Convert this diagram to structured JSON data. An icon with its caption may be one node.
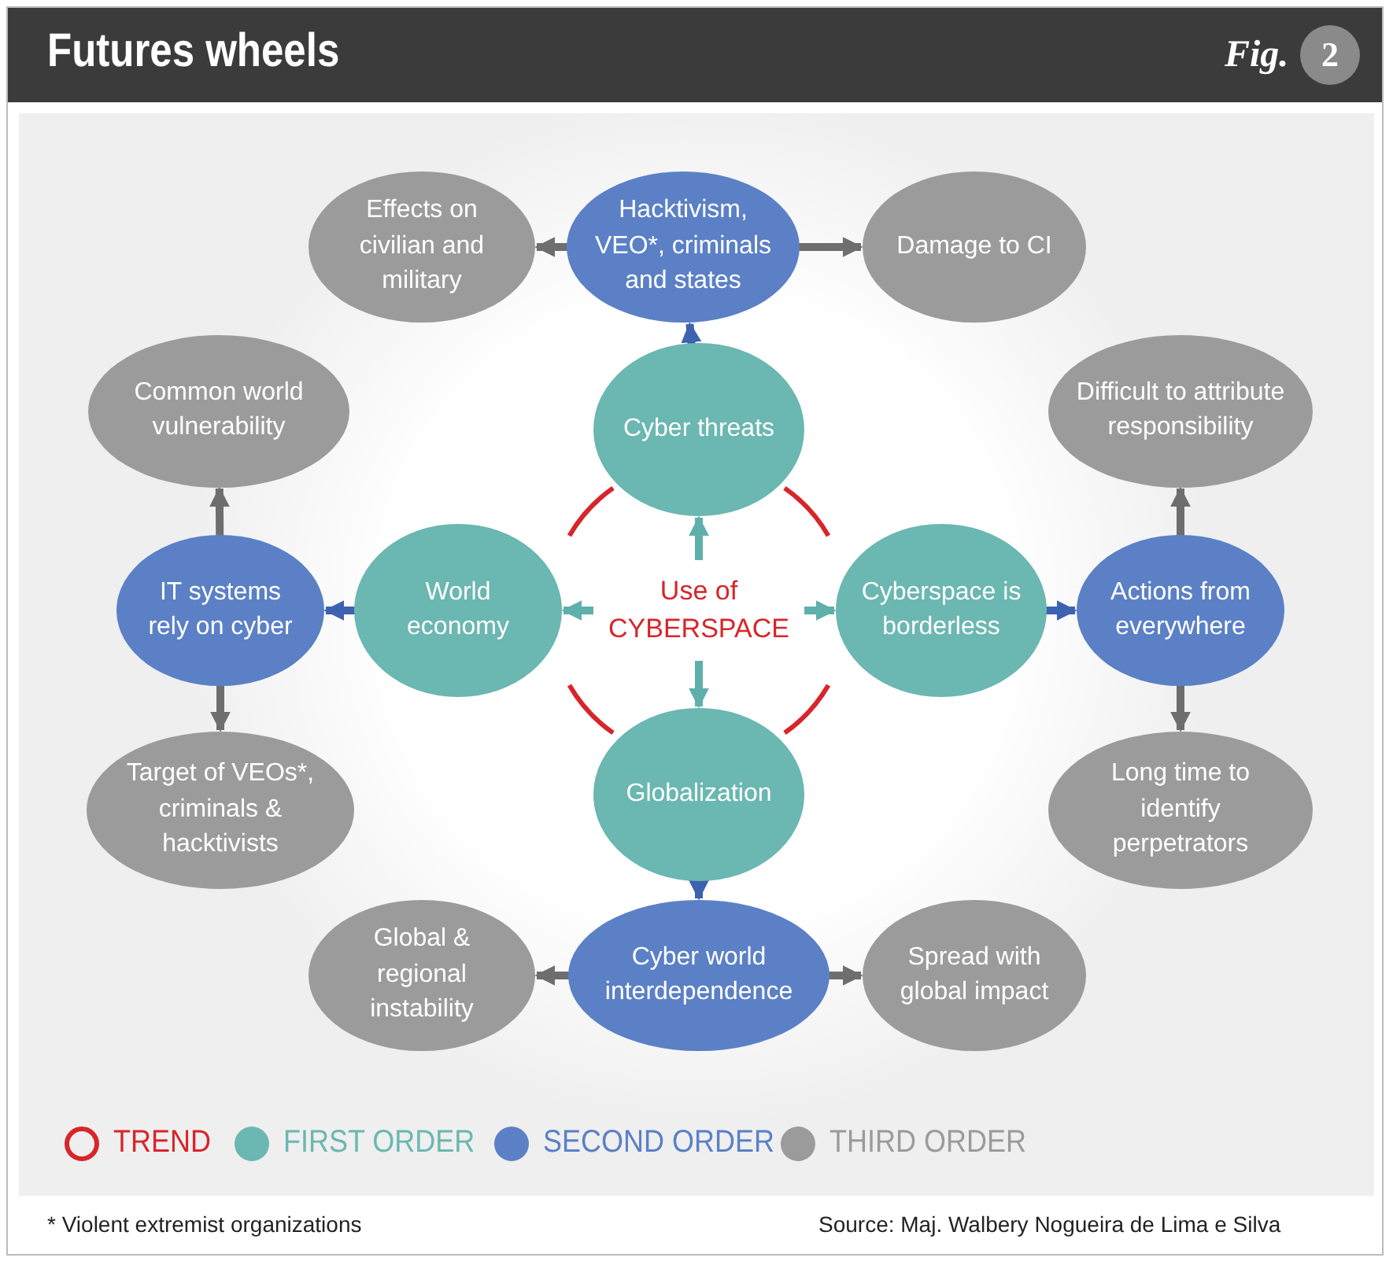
{
  "diagram": {
    "title": "Futures wheels",
    "nodes": [
      {
        "text": [
          "Use of CYBERSPACE"
        ]
      },
      {
        "text": [
          "Cyber threats"
        ]
      },
      {
        "text": [
          "World economy"
        ]
      },
      {
        "text": [
          "Cyberspace is borderless"
        ]
      },
      {
        "text": [
          "Globalization"
        ]
      },
      {
        "text": [
          "Hacktivism, VEO*, criminals and states"
        ]
      },
      {
        "text": [
          "IT systems rely on cyber"
        ]
      },
      {
        "text": [
          "Actions from everywhere"
        ]
      },
      {
        "text": [
          "Cyber world interdependence"
        ]
      },
      {
        "text": [
          "Effects on civilian and military"
        ]
      },
      {
        "text": [
          "Damage to CI"
        ]
      },
      {
        "text": [
          "Common world vulnerability"
        ]
      },
      {
        "text": [
          "Target of VEOs*, criminals & hacktivists"
        ]
      },
      {
        "text": [
          "Difficult to attribute responsibility"
        ]
      },
      {
        "text": [
          "Long time to identify perpetrators"
        ]
      },
      {
        "text": [
          "Global & regional instability"
        ]
      },
      {
        "text": [
          "Spread with global impact"
        ]
      }
    ],
    "edges": [
      {
        "from": 0,
        "to": 1,
        "arrow": "to",
        "color": "#5fb0aa"
      },
      {
        "from": 0,
        "to": 2,
        "arrow": "to",
        "color": "#5fb0aa"
      },
      {
        "from": 0,
        "to": 3,
        "arrow": "to",
        "color": "#5fb0aa"
      },
      {
        "from": 0,
        "to": 4,
        "arrow": "to",
        "color": "#5fb0aa"
      },
      {
        "from": 1,
        "to": 5,
        "arrow": "to",
        "color": "#3d62b0"
      },
      {
        "from": 2,
        "to": 6,
        "arrow": "to",
        "color": "#3d62b0"
      },
      {
        "from": 3,
        "to": 7,
        "arrow": "to",
        "color": "#3d62b0"
      },
      {
        "from": 4,
        "to": 8,
        "arrow": "to",
        "color": "#3d62b0"
      },
      {
        "from": 5,
        "to": 9,
        "arrow": "to"
      },
      {
        "from": 5,
        "to": 10,
        "arrow": "to"
      },
      {
        "from": 6,
        "to": 11,
        "arrow": "to"
      },
      {
        "from": 6,
        "to": 12,
        "arrow": "to"
      },
      {
        "from": 7,
        "to": 13,
        "arrow": "to"
      },
      {
        "from": 7,
        "to": 14,
        "arrow": "to"
      },
      {
        "from": 8,
        "to": 15,
        "arrow": "to"
      },
      {
        "from": 8,
        "to": 16,
        "arrow": "to"
      }
    ],
    "labels": [
      "Fig.",
      "2",
      "* Violent extremist organizations",
      "Source: Maj. Walbery Nogueira de Lima e Silva"
    ],
    "legend": [
      {
        "text": "TREND"
      },
      {
        "text": "FIRST ORDER",
        "color": "#6bb7b1"
      },
      {
        "text": "SECOND ORDER",
        "color": "#5b80c6"
      },
      {
        "text": "THIRD ORDER",
        "color": "#9b9b9b"
      }
    ]
  }
}
